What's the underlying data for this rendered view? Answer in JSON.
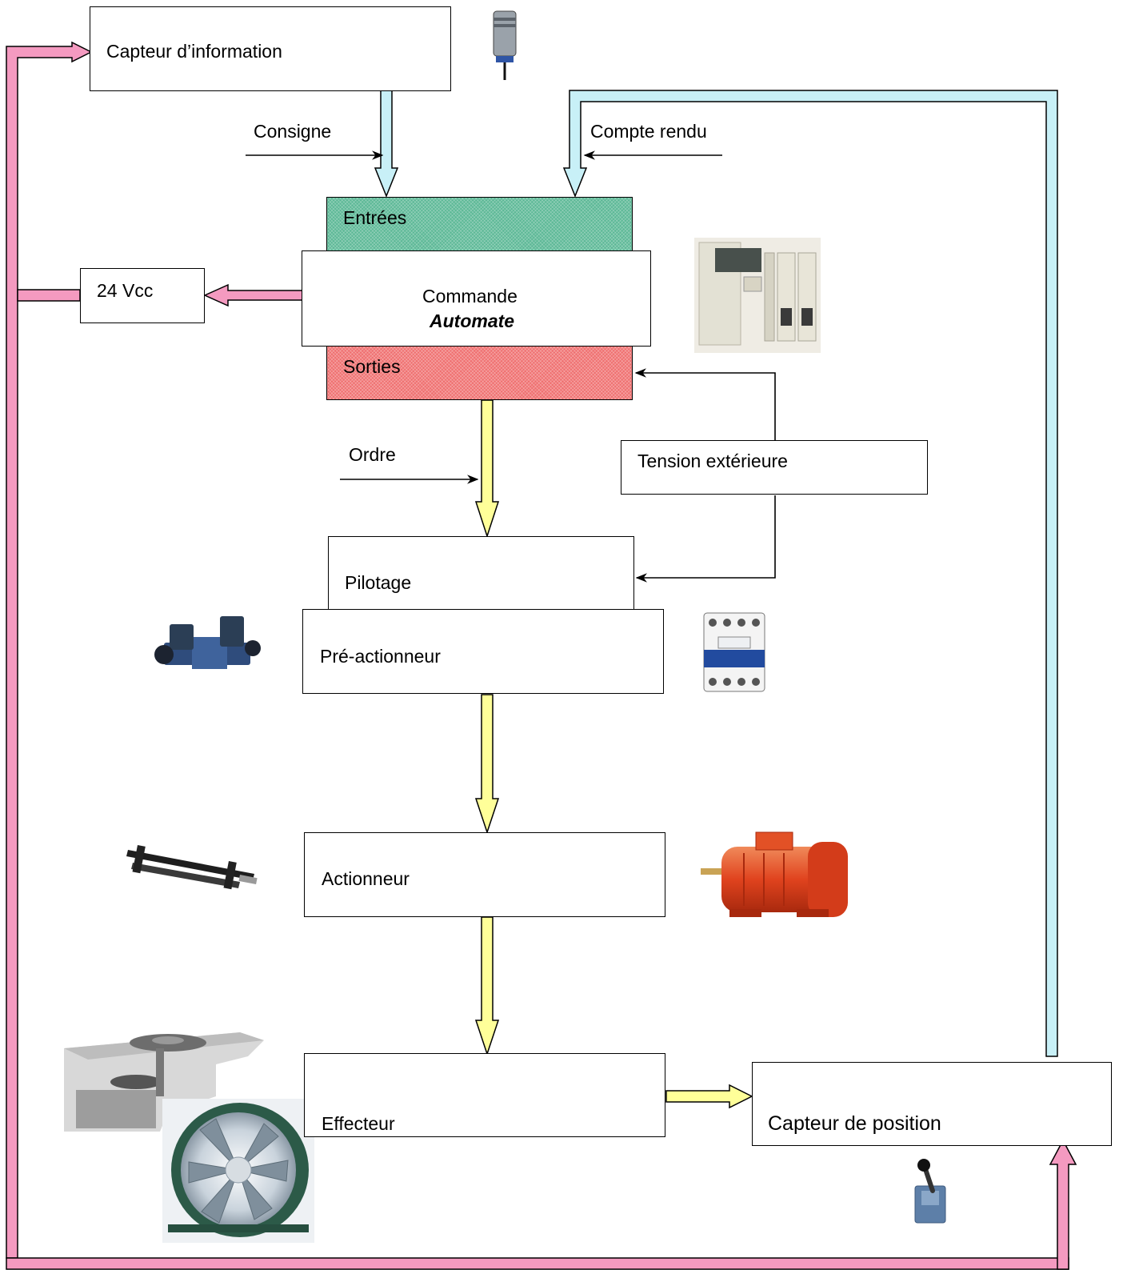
{
  "boxes": {
    "capteur_information": "Capteur d’information",
    "entrees": "Entrées",
    "commande": "Commande",
    "automate": "Automate",
    "sorties": "Sorties",
    "alimentation": "24 Vcc",
    "tension_exterieure": "Tension extérieure",
    "pilotage": "Pilotage",
    "pre_actionneur": "Pré-actionneur",
    "actionneur": "Actionneur",
    "effecteur": "Effecteur",
    "capteur_position": "Capteur de position"
  },
  "flow_labels": {
    "consigne": "Consigne",
    "compte_rendu": "Compte rendu",
    "ordre": "Ordre"
  },
  "colors": {
    "energy_arrow": "#f49ac0",
    "information_arrow": "#c8f0f7",
    "order_arrow": "#ffff99",
    "entrees_fill": "#5cb896",
    "sorties_fill": "#ef6f6f"
  },
  "icons": [
    "proximity-sensor-icon",
    "plc-icon",
    "solenoid-valve-icon",
    "contactor-icon",
    "linear-actuator-icon",
    "electric-motor-icon",
    "gear-mechanism-icon",
    "axial-fan-icon",
    "limit-switch-icon"
  ]
}
